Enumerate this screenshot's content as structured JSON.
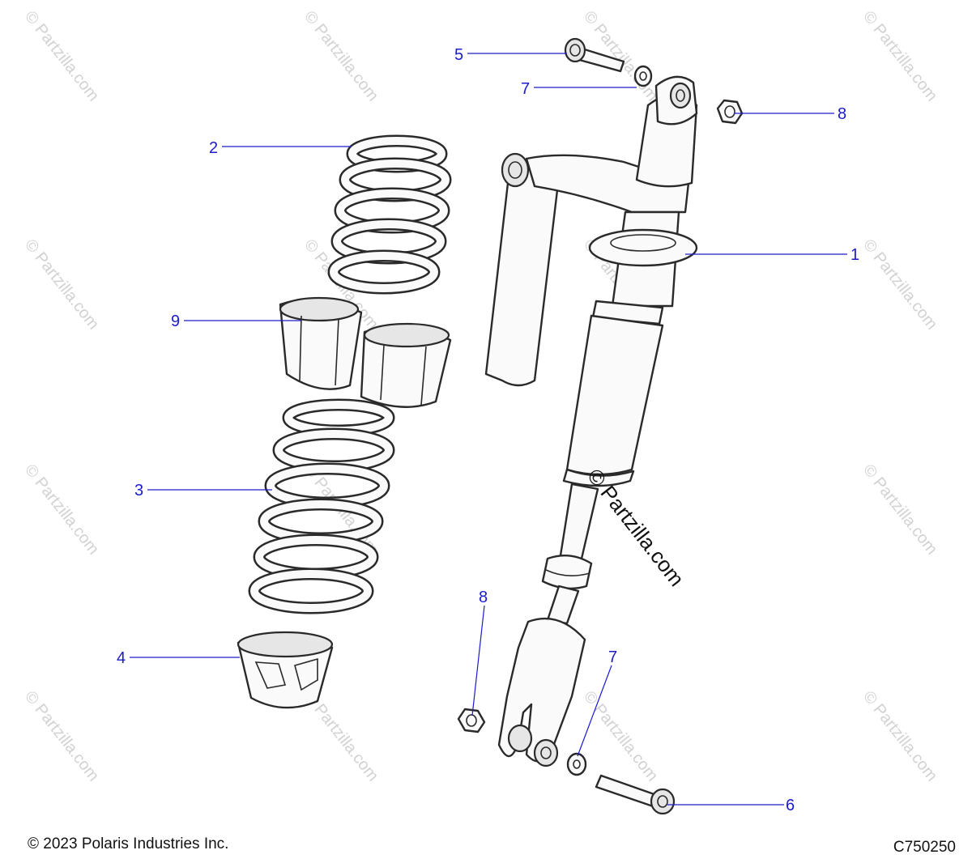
{
  "callouts": {
    "c1": "1",
    "c2": "2",
    "c3": "3",
    "c4": "4",
    "c5": "5",
    "c6": "6",
    "c7a": "7",
    "c7b": "7",
    "c8a": "8",
    "c8b": "8",
    "c9": "9"
  },
  "watermark": {
    "small": "© Partzilla.com",
    "main": "© Partzilla.com"
  },
  "footer": {
    "copyright": "© 2023 Polaris Industries Inc.",
    "figure_code": "C750250"
  },
  "colors": {
    "callout": "#1c1ccc",
    "outline": "#2a2a2a",
    "watermark": "#d2d2d2"
  }
}
